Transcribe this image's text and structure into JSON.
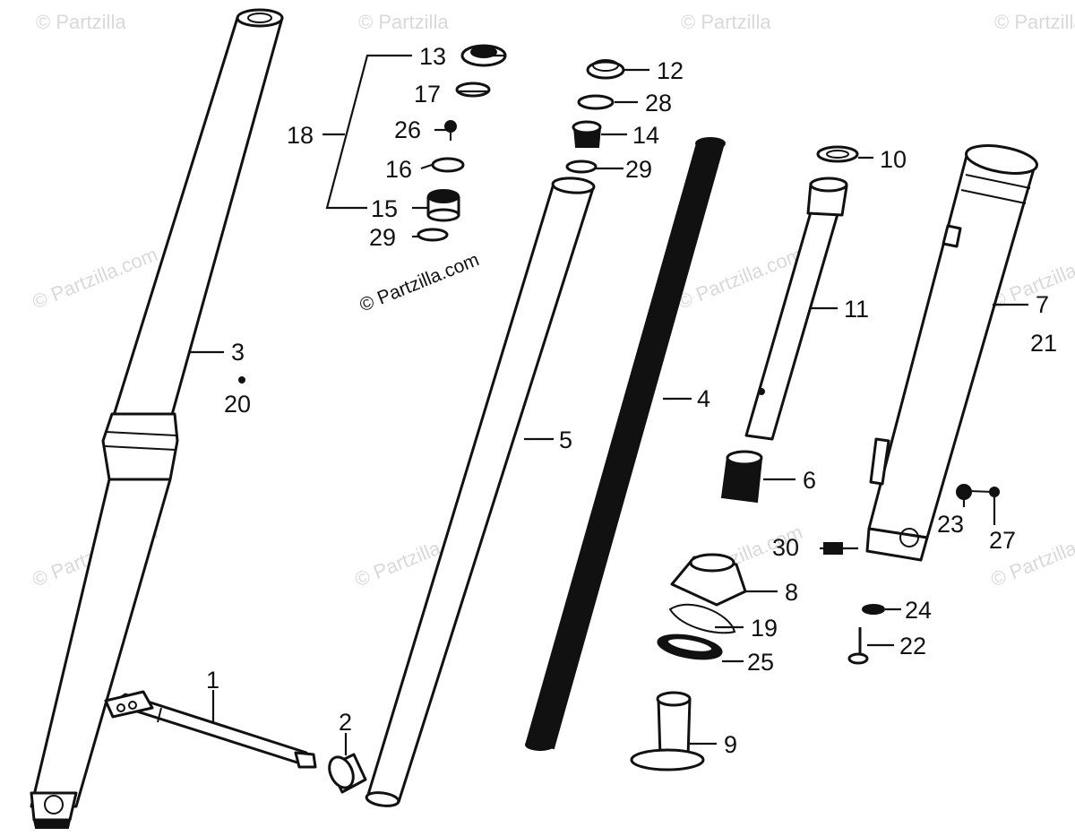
{
  "watermarks": {
    "corner": "© Partzilla",
    "site": "© Partzilla.com",
    "main": "© Partzilla.com"
  },
  "callouts": {
    "p1": "1",
    "p2": "2",
    "p3": "3",
    "p4": "4",
    "p5": "5",
    "p6": "6",
    "p7": "7",
    "p8": "8",
    "p9": "9",
    "p10": "10",
    "p11": "11",
    "p12": "12",
    "p13": "13",
    "p14": "14",
    "p15": "15",
    "p16": "16",
    "p17": "17",
    "p18": "18",
    "p19": "19",
    "p20": "20",
    "p21": "21",
    "p22": "22",
    "p23": "23",
    "p24": "24",
    "p25": "25",
    "p26": "26",
    "p27": "27",
    "p28": "28",
    "p29a": "29",
    "p29b": "29",
    "p30": "30"
  }
}
